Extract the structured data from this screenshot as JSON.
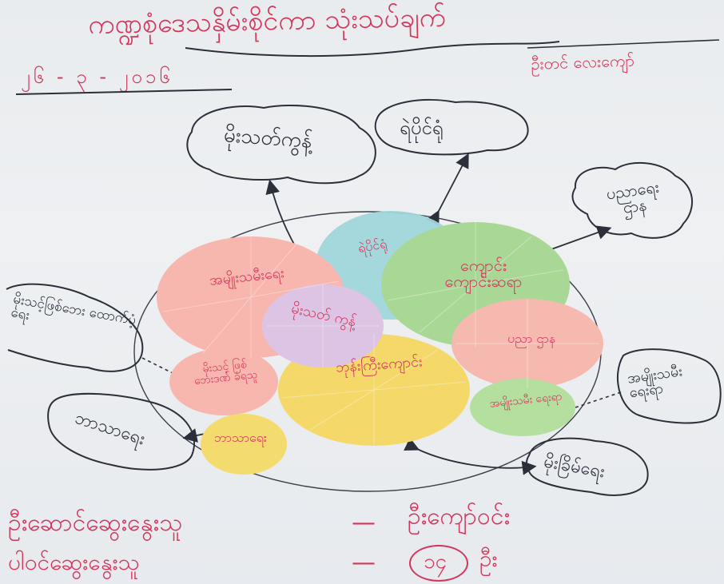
{
  "header": {
    "title": "ကဏ္ဍစုံဒေသနှိမ်းစိုင်ကာ သုံးသပ်ချက်",
    "subtitle": "ဦးတင် လေးကျော်",
    "date": "၂၆ - ၃ - ၂၀၁၆"
  },
  "outer_nodes": [
    {
      "id": "health",
      "label": "မိုးသတ်ကွန့်"
    },
    {
      "id": "police",
      "label": "ရဲပိုင်ရုံ"
    },
    {
      "id": "clinic",
      "label": "ပညာရေး ဌာန"
    },
    {
      "id": "road",
      "label": "ဘာသာရေး"
    },
    {
      "id": "water",
      "label": "မိုးခြိမ်ရေး"
    },
    {
      "id": "womens",
      "label": "အမျိုးသမီး ရေးရာ"
    },
    {
      "id": "elders",
      "label": "မိုးသင့်ဖြစ်ဘေး ထောက်ပံ့ရေး"
    }
  ],
  "circles": [
    {
      "id": "pink-big",
      "label": "အမျိုးသမီးရေး",
      "color": "#f7b6ae"
    },
    {
      "id": "blue",
      "label": "ရဲပိုင်ရုံ",
      "color": "#9fd6db"
    },
    {
      "id": "green-big",
      "label": "ကျောင်း ကျောင်းဆရာ",
      "color": "#a9d796"
    },
    {
      "id": "lavender",
      "label": "မိုးသတ် ကွန့်",
      "color": "#ddc3e4"
    },
    {
      "id": "pink-right",
      "label": "ပညာ ဌာန",
      "color": "#f5b9b0"
    },
    {
      "id": "yellow-big",
      "label": "ဘုန်းကြီးကျောင်း",
      "color": "#f4d86a"
    },
    {
      "id": "pink-small",
      "label": "မိုးသင့် ဖြစ် ဘေးဒဏ် ခံရသူ",
      "color": "#f7b7ae"
    },
    {
      "id": "yellow-small",
      "label": "ဘာသာရေး",
      "color": "#f4db6e"
    },
    {
      "id": "green-small",
      "label": "အမျိုးသမီး ရေးရာ",
      "color": "#b4df9f"
    }
  ],
  "footer": {
    "line1_left": "ဦးဆောင်ဆွေးနွေးသူ",
    "line1_dash": "—",
    "line1_right": "ဦးကျော်ဝင်း",
    "line2_left": "ပါဝင်ဆွေးနွေးသူ",
    "line2_dash": "—",
    "line2_count": "၁၄",
    "line2_unit": "ဦး"
  }
}
